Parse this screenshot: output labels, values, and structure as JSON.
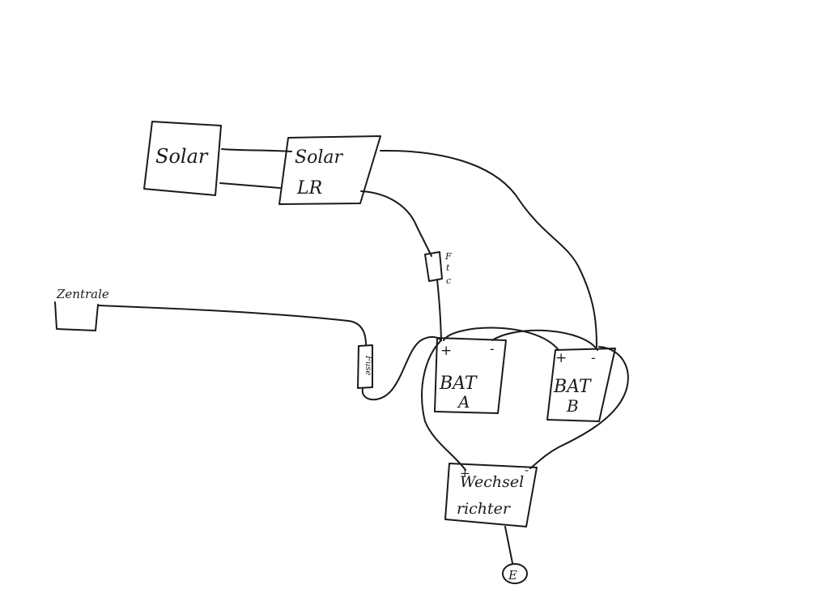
{
  "labels": {
    "solar_panel": "Solar",
    "controller_line1": "Solar",
    "controller_line2": "LR",
    "fuse_top_1": "F",
    "fuse_top_2": "t",
    "fuse_top_3": "c",
    "zentrale": "Zentrale",
    "fuse_left": "Fuse",
    "battery_a_line1": "BAT",
    "battery_a_line2": "A",
    "battery_b_line1": "BAT",
    "battery_b_line2": "B",
    "battery_a_plus": "+",
    "battery_a_minus": "-",
    "battery_b_plus": "+",
    "battery_b_minus": "-",
    "inverter_line1": "Wechsel",
    "inverter_line2": "richter",
    "inverter_plus": "+",
    "inverter_minus": "-",
    "earth": "E"
  },
  "colors": {
    "ink": "#1a1a1a",
    "paper": "#ffffff"
  }
}
